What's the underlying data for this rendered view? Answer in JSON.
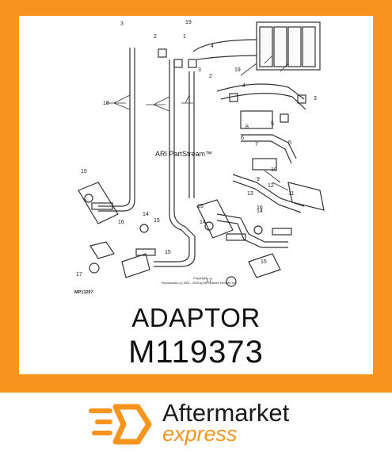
{
  "diagram": {
    "callouts": [
      "3",
      "2",
      "1",
      "4",
      "3",
      "19",
      "18",
      "19",
      "2",
      "3",
      "4",
      "5",
      "5",
      "6",
      "7",
      "8",
      "9",
      "10",
      "11",
      "12",
      "13",
      "14",
      "15",
      "16",
      "17"
    ],
    "watermark": "ARI PartStream™",
    "figure_id": "MP13297",
    "copyright_line1": "Copyright",
    "copyright_line2": "Reproduction (c) 2004 - 2018 by ARI Network Services, Inc."
  },
  "product": {
    "name": "ADAPTOR",
    "part_number": "M119373"
  },
  "brand": {
    "line1": "Aftermarket",
    "line2": "express",
    "accent_color": "#f7941d"
  }
}
